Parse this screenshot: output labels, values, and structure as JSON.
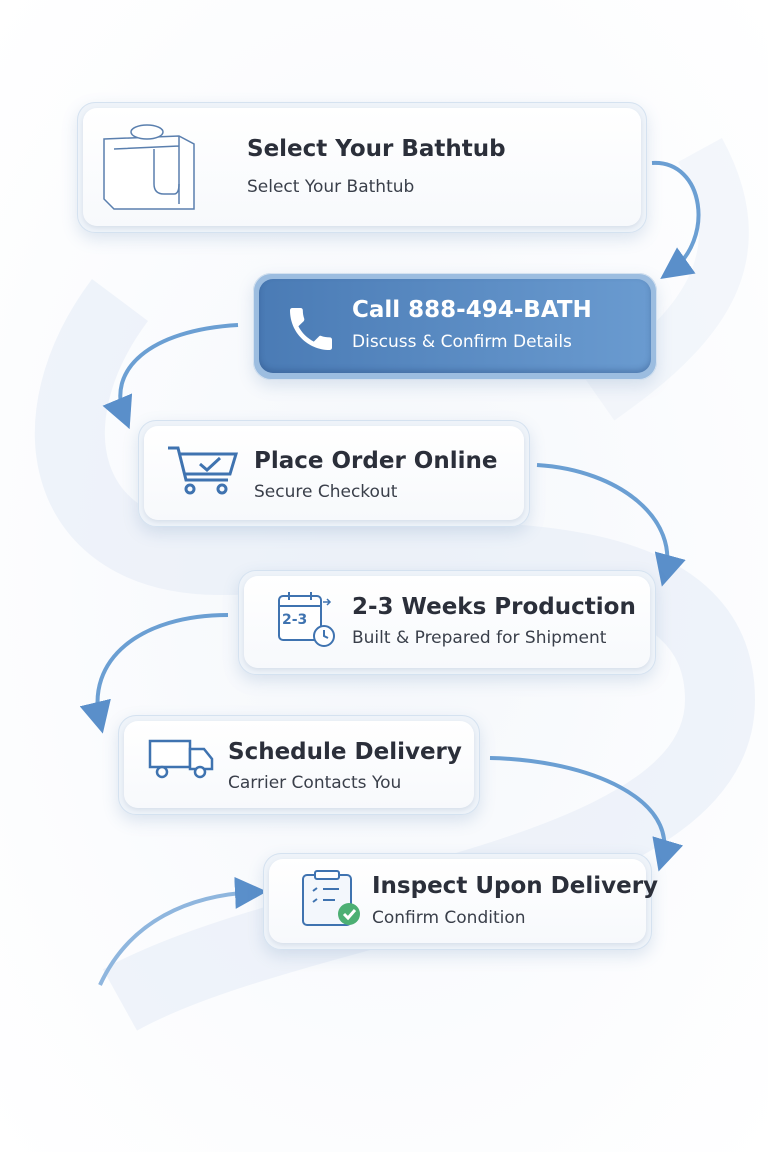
{
  "steps": [
    {
      "title": "Select Your Bathtub",
      "subtitle": "Select Your Bathtub",
      "icon": "bathtub-icon"
    },
    {
      "title": "Call 888-494-BATH",
      "subtitle": "Discuss & Confirm Details",
      "icon": "phone-icon"
    },
    {
      "title": "Place Order Online",
      "subtitle": "Secure Checkout",
      "icon": "shopping-cart-icon"
    },
    {
      "title": "2-3 Weeks Production",
      "subtitle": "Built & Prepared for Shipment",
      "icon": "calendar-clock-icon",
      "icon_text": "2-3"
    },
    {
      "title": "Schedule Delivery",
      "subtitle": "Carrier Contacts You",
      "icon": "truck-icon"
    },
    {
      "title": "Inspect Upon Delivery",
      "subtitle": "Confirm Condition",
      "icon": "clipboard-check-icon"
    }
  ],
  "colors": {
    "accent": "#5a8fca",
    "highlight_card": "#4a7bb5",
    "check": "#4caf73",
    "text": "#2b2f3a"
  }
}
